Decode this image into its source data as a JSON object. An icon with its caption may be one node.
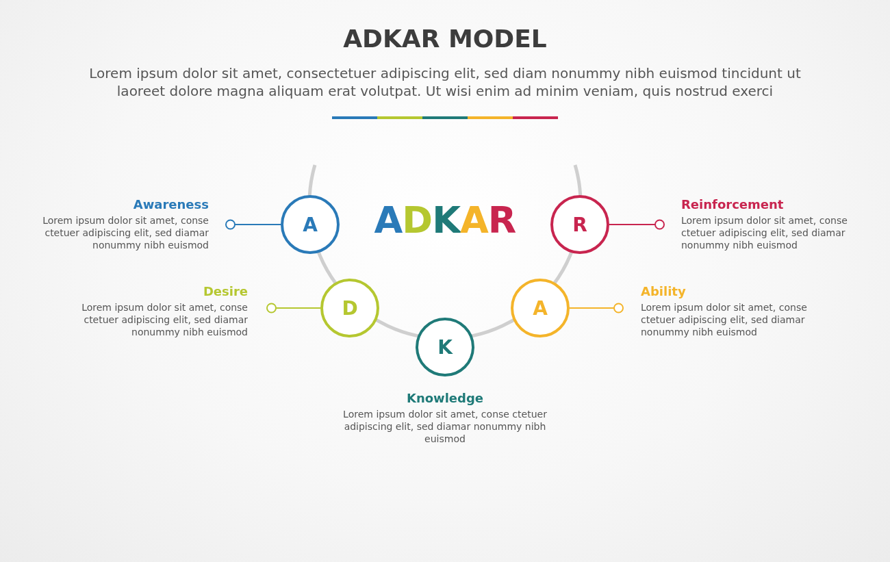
{
  "diagram": {
    "title": "ADKAR MODEL",
    "nodes": [
      {
        "text": [
          "Awareness",
          "Lorem ipsum dolor sit amet, conse ctetuer adipiscing elit, sed diamar nonummy nibh euismod"
        ]
      },
      {
        "text": [
          "A"
        ]
      },
      {
        "text": [
          "R"
        ]
      },
      {
        "text": [
          "Reinforcement",
          "Lorem ipsum dolor sit amet, conse ctetuer adipiscing elit, sed diamar nonummy nibh euismod"
        ]
      },
      {
        "text": [
          "Desire",
          "Lorem ipsum dolor sit amet, conse ctetuer adipiscing elit, sed diamar nonummy nibh euismod"
        ]
      },
      {
        "text": [
          "D"
        ]
      },
      {
        "text": [
          "A"
        ]
      },
      {
        "text": [
          "Ability",
          "Lorem ipsum dolor sit amet, conse ctetuer adipiscing elit, sed diamar nonummy nibh euismod"
        ]
      },
      {
        "text": [
          "K"
        ]
      },
      {
        "text": [
          "Knowledge",
          "Lorem ipsum dolor sit amet, conse ctetuer adipiscing elit, sed diamar nonummy nibh euismod"
        ]
      }
    ],
    "edges": [
      {
        "from": 0,
        "to": 1,
        "arrow": "other",
        "color": "#2a7ab8"
      },
      {
        "from": 3,
        "to": 2,
        "arrow": "other",
        "color": "#c8254f"
      },
      {
        "from": 4,
        "to": 5,
        "arrow": "other",
        "color": "#b5c730"
      },
      {
        "from": 7,
        "to": 6,
        "arrow": "other",
        "color": "#f4b42a"
      }
    ],
    "labels": [
      "Lorem ipsum dolor sit amet, consectetuer adipiscing elit, sed diam nonummy nibh euismod tincidunt ut laoreet dolore magna aliquam erat volutpat. Ut wisi enim ad minim veniam, quis nostrud exerci",
      "ADKAR"
    ]
  }
}
